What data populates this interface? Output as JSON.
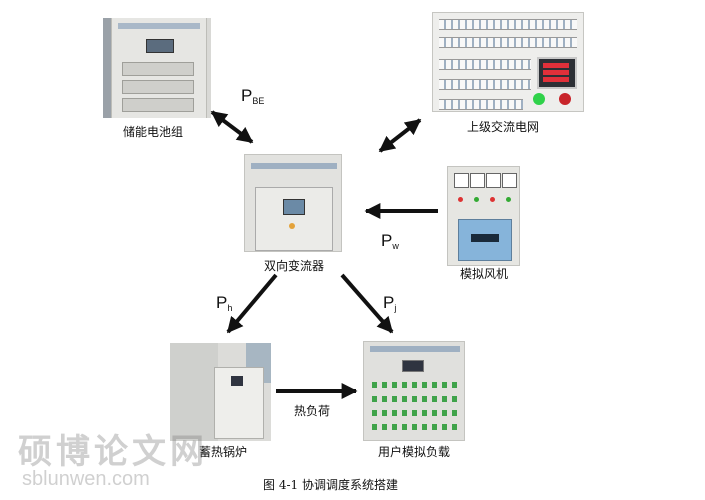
{
  "labels": {
    "battery": "储能电池组",
    "grid": "上级交流电网",
    "converter": "双向变流器",
    "wind": "模拟风机",
    "boiler": "蓄热锅炉",
    "load": "用户模拟负载",
    "heat_load": "热负荷"
  },
  "power": {
    "p_be": {
      "main": "P",
      "sub": "BE"
    },
    "p_w": {
      "main": "P",
      "sub": "w"
    },
    "p_h": {
      "main": "P",
      "sub": "h"
    },
    "p_j": {
      "main": "P",
      "sub": "j"
    }
  },
  "caption": "图 4-1 协调调度系统搭建",
  "watermark": {
    "cn": "硕博论文网",
    "en": "sblunwen.com"
  },
  "colors": {
    "arrow": "#111111",
    "watermark": "#9a9a9a"
  }
}
